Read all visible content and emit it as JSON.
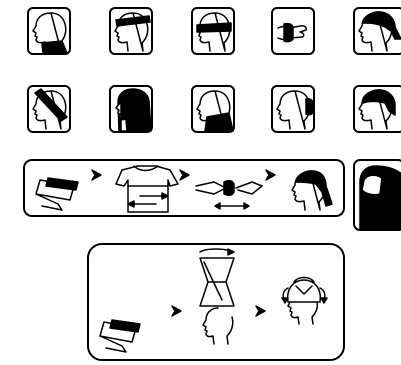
{
  "colors": {
    "ink": "#000000",
    "paper": "#ffffff"
  },
  "diagram": {
    "row1": [
      "neck-gaiter",
      "headband",
      "eye-mask",
      "wristband",
      "pirate-scarf"
    ],
    "row2": [
      "hairband",
      "hood",
      "scarf",
      "ponytail-holder",
      "bandana"
    ],
    "row3": [
      "sequence-tie-bandana",
      "balaclava"
    ],
    "row4": [
      "sequence-beanie-cap"
    ],
    "connectors": [
      "chevron-arrow",
      "chevron-arrow",
      "chevron-arrow",
      "chevron-arrow",
      "chevron-arrow"
    ]
  }
}
